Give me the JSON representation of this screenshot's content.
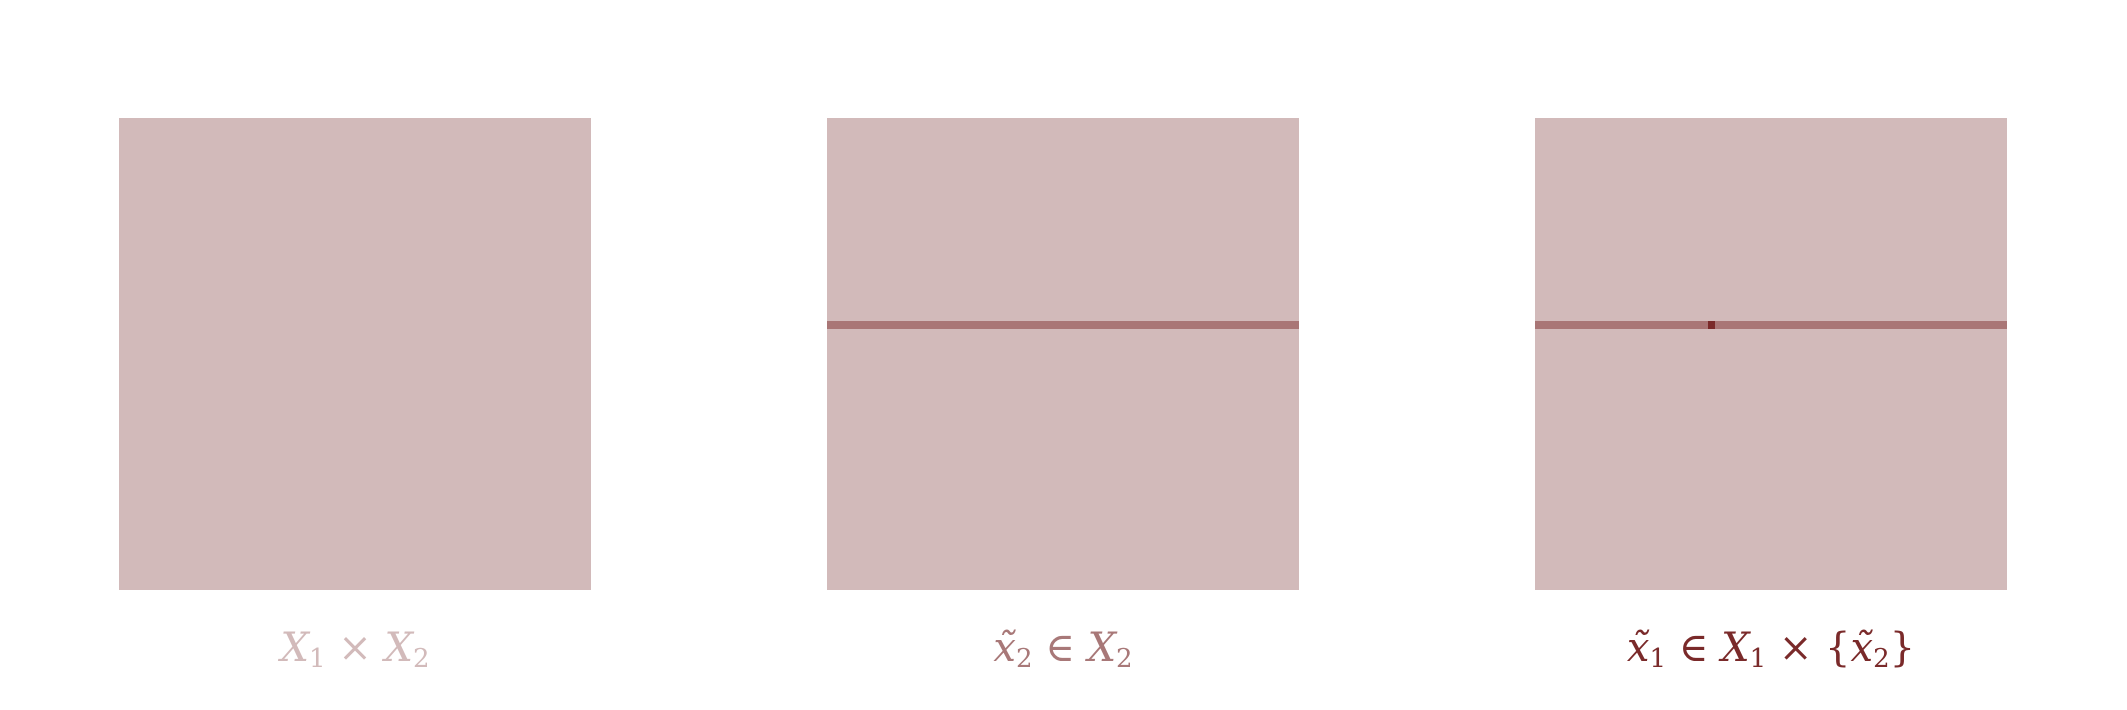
{
  "panels": [
    {
      "caption_parts": [
        "X",
        "1",
        " × ",
        "X",
        "2"
      ],
      "fill": "#d2baba",
      "caption_color": "#d2baba"
    },
    {
      "caption_parts": [
        "x̃",
        "2",
        " ∈ ",
        "X",
        "2"
      ],
      "fill": "#d2baba",
      "line_color": "#a97676",
      "caption_color": "#a87878"
    },
    {
      "caption_parts": [
        "x̃",
        "1",
        " ∈ ",
        "X",
        "1",
        " × {",
        "x̃",
        "2",
        "}"
      ],
      "fill": "#d2baba",
      "line_color": "#a97676",
      "point_color": "#7a2a2a",
      "caption_color": "#7a2a2a"
    }
  ]
}
